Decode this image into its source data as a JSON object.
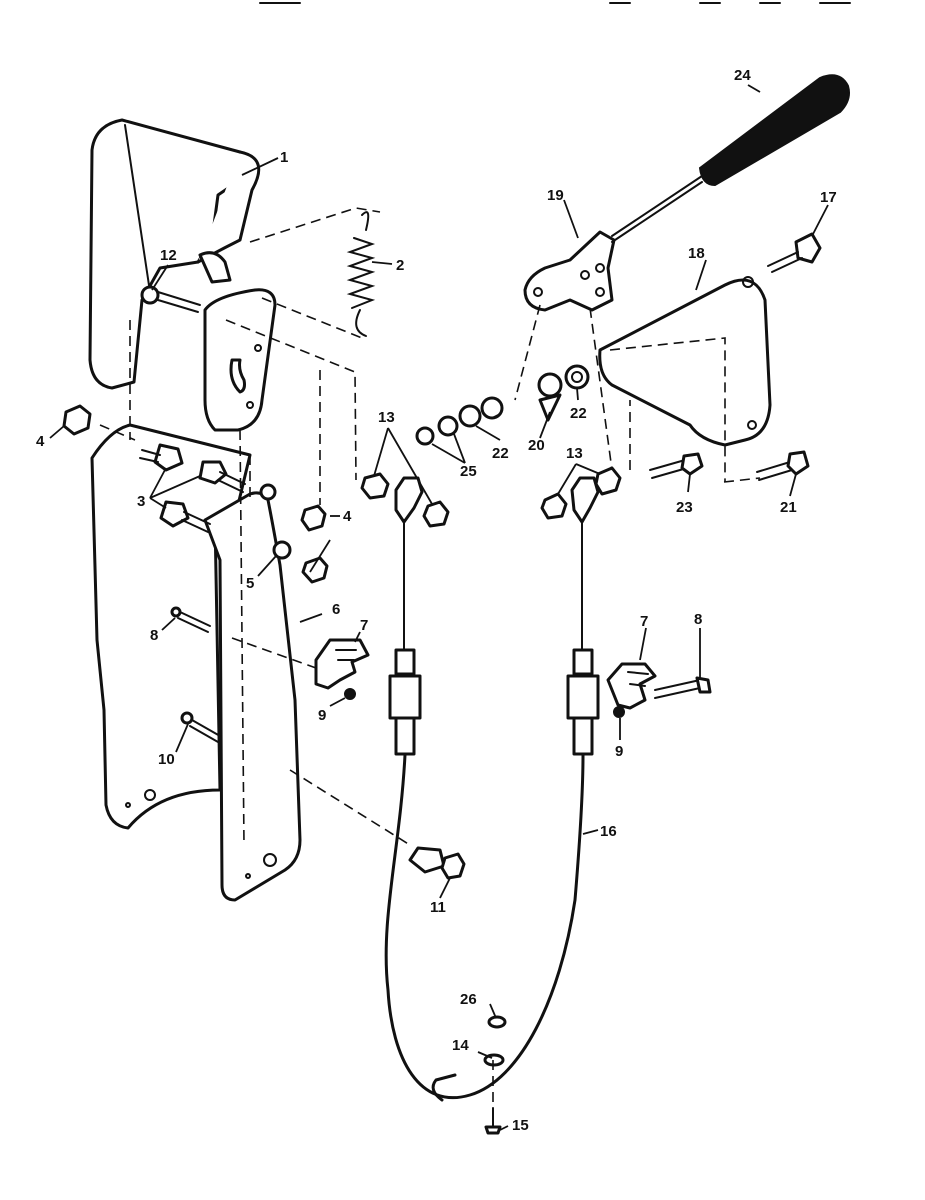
{
  "callouts": [
    {
      "id": "p1",
      "label": "1"
    },
    {
      "id": "p2",
      "label": "2"
    },
    {
      "id": "p3",
      "label": "3"
    },
    {
      "id": "p4a",
      "label": "4"
    },
    {
      "id": "p4b",
      "label": "4"
    },
    {
      "id": "p5",
      "label": "5"
    },
    {
      "id": "p6",
      "label": "6"
    },
    {
      "id": "p7a",
      "label": "7"
    },
    {
      "id": "p7b",
      "label": "7"
    },
    {
      "id": "p8a",
      "label": "8"
    },
    {
      "id": "p8b",
      "label": "8"
    },
    {
      "id": "p9a",
      "label": "9"
    },
    {
      "id": "p9b",
      "label": "9"
    },
    {
      "id": "p10",
      "label": "10"
    },
    {
      "id": "p11",
      "label": "11"
    },
    {
      "id": "p12",
      "label": "12"
    },
    {
      "id": "p13a",
      "label": "13"
    },
    {
      "id": "p13b",
      "label": "13"
    },
    {
      "id": "p14",
      "label": "14"
    },
    {
      "id": "p15",
      "label": "15"
    },
    {
      "id": "p16",
      "label": "16"
    },
    {
      "id": "p17",
      "label": "17"
    },
    {
      "id": "p18",
      "label": "18"
    },
    {
      "id": "p19",
      "label": "19"
    },
    {
      "id": "p20",
      "label": "20"
    },
    {
      "id": "p21",
      "label": "21"
    },
    {
      "id": "p22a",
      "label": "22"
    },
    {
      "id": "p22b",
      "label": "22"
    },
    {
      "id": "p23",
      "label": "23"
    },
    {
      "id": "p24",
      "label": "24"
    },
    {
      "id": "p25",
      "label": "25"
    },
    {
      "id": "p26",
      "label": "26"
    }
  ]
}
